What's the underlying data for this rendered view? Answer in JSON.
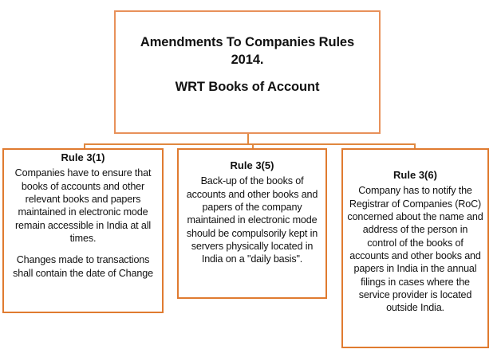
{
  "diagram": {
    "title_box": {
      "heading_line_1": "Amendments To Companies Rules 2014.",
      "heading_line_2": "WRT Books of Account"
    },
    "nodes": [
      {
        "id": "rule-3-1",
        "title": "Rule 3(1)",
        "paragraphs": [
          "Companies have to ensure that books of accounts and other relevant books and papers maintained in electronic mode remain accessible in India at all times.",
          "Changes made to transactions shall contain the date of Change"
        ]
      },
      {
        "id": "rule-3-5",
        "title": "Rule 3(5)",
        "paragraphs": [
          "Back-up of the books of accounts and other books and papers of the company maintained in electronic mode should be compulsorily kept in servers physically located in India on a \"daily basis\"."
        ]
      },
      {
        "id": "rule-3-6",
        "title": "Rule 3(6)",
        "paragraphs": [
          "Company has to notify the Registrar of Companies (RoC) concerned about the name and address of the person in control of the books of accounts and other books and papers in India in the annual filings in cases where the service provider is located outside India."
        ]
      }
    ],
    "colors": {
      "title_box_border": "#e8915a",
      "rule_box_border": "#e07b30",
      "connector": "#e0883f",
      "background": "#ffffff",
      "text": "#111111"
    }
  }
}
